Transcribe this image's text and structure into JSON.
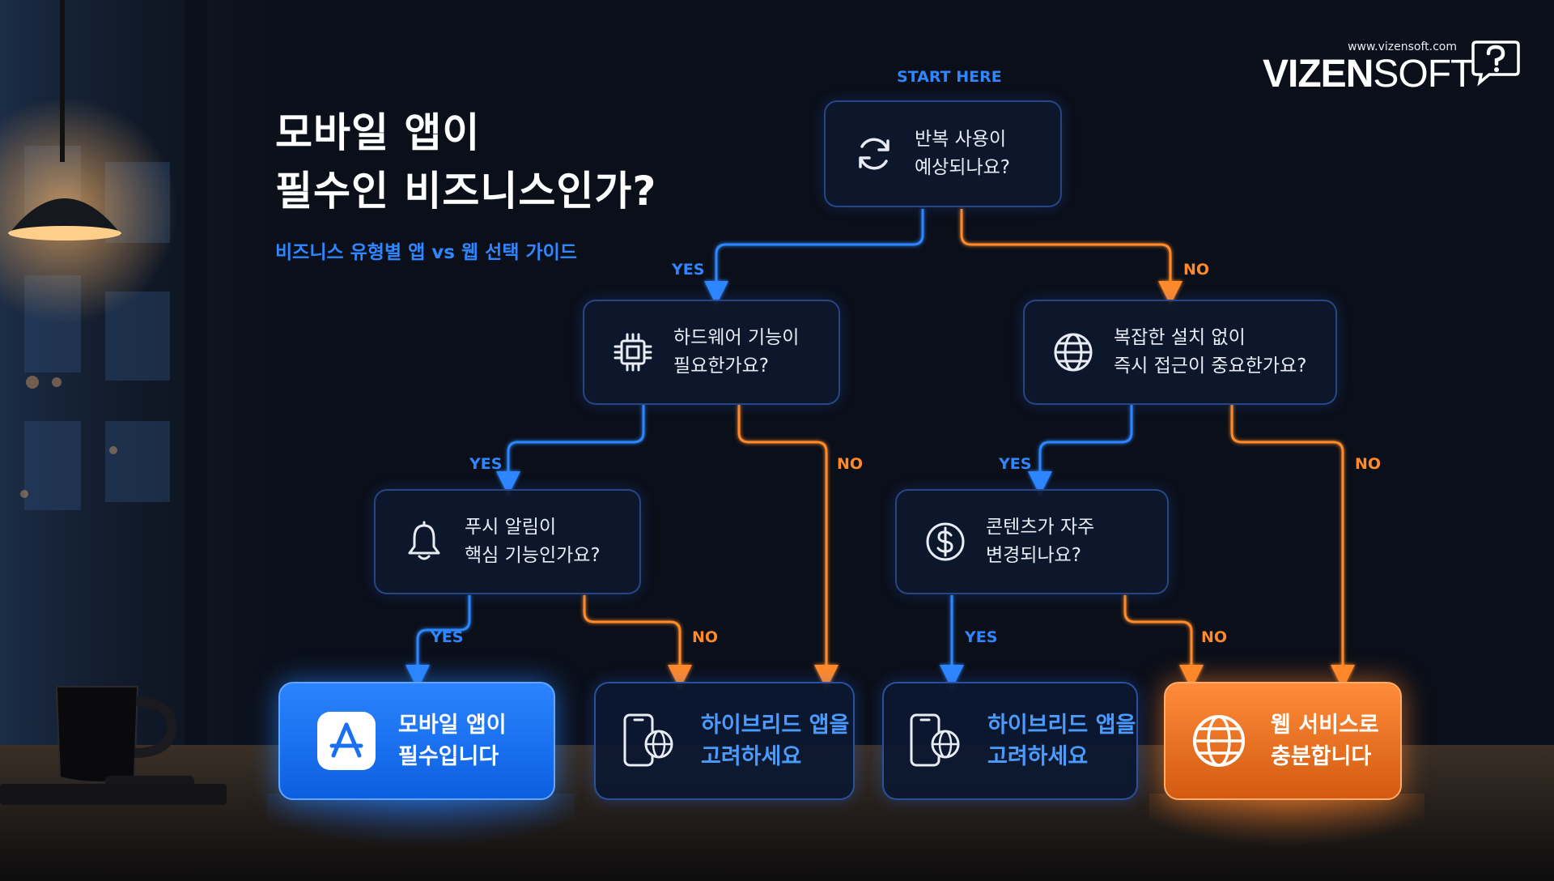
{
  "title": {
    "line1": "모바일 앱이",
    "line2": "필수인 비즈니스인가?"
  },
  "subtitle": "비즈니스 유형별 앱 vs 웹 선택 가이드",
  "start_label": "START HERE",
  "brand": {
    "url": "www.vizensoft.com",
    "name_bold": "VIZEN",
    "name_thin": "SOFT"
  },
  "colors": {
    "yes": "#2f86ff",
    "no": "#ff8a2a",
    "node_border": "#3a6ed2",
    "result_blue": "#1a6ff5",
    "result_orange": "#f07a26"
  },
  "nodes": {
    "repeat_use": {
      "icon": "refresh-icon",
      "line1": "반복 사용이",
      "line2": "예상되나요?"
    },
    "hardware": {
      "icon": "chip-icon",
      "line1": "하드웨어 기능이",
      "line2": "필요한가요?"
    },
    "instant_access": {
      "icon": "globe-icon",
      "line1": "복잡한 설치 없이",
      "line2": "즉시 접근이 중요한가요?"
    },
    "push": {
      "icon": "bell-icon",
      "line1": "푸시 알림이",
      "line2": "핵심 기능인가요?"
    },
    "content": {
      "icon": "dollar-icon",
      "line1": "콘텐츠가 자주",
      "line2": "변경되나요?"
    }
  },
  "results": {
    "app_required": {
      "icon": "app-store-icon",
      "line1": "모바일 앱이",
      "line2": "필수입니다"
    },
    "hybrid_1": {
      "icon": "phone-globe-icon",
      "line1": "하이브리드 앱을",
      "line2": "고려하세요"
    },
    "hybrid_2": {
      "icon": "phone-globe-icon",
      "line1": "하이브리드 앱을",
      "line2": "고려하세요"
    },
    "web_enough": {
      "icon": "globe-icon",
      "line1": "웹 서비스로",
      "line2": "충분합니다"
    }
  },
  "edges": {
    "yes_label": "YES",
    "no_label": "NO"
  }
}
